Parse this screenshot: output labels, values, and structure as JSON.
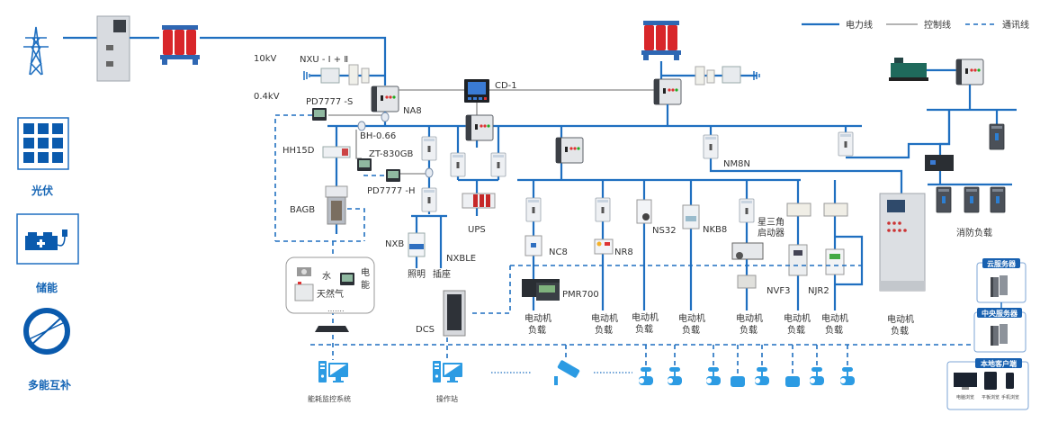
{
  "legend": [
    {
      "label": "电力线",
      "style": "solid-blue"
    },
    {
      "label": "控制线",
      "style": "solid-gray"
    },
    {
      "label": "通讯线",
      "style": "dashed-blue"
    }
  ],
  "sidebar": [
    {
      "label": "光伏",
      "icon": "solar-panel-icon"
    },
    {
      "label": "储能",
      "icon": "battery-storage-icon"
    },
    {
      "label": "多能互补",
      "icon": "multi-energy-icon"
    }
  ],
  "voltage": {
    "high": "10kV",
    "low": "0.4kV"
  },
  "devices": {
    "nxu": "NXU - Ⅰ + Ⅱ",
    "na8": "NA8",
    "cd1": "CD-1",
    "pd7777s": "PD7777 -S",
    "bh066": "BH-0.66",
    "zt830gb": "ZT-830GB",
    "hh15d": "HH15D",
    "pd7777h": "PD7777 -H",
    "bagb": "BAGB",
    "nxb": "NXB",
    "nxble": "NXBLE",
    "ups": "UPS",
    "nm8n": "NM8N",
    "nc8": "NC8",
    "nr8": "NR8",
    "ns32": "NS32",
    "nkb8": "NKB8",
    "star_delta_1": "星三角",
    "star_delta_2": "启动器",
    "nvf3": "NVF3",
    "njr2": "NJR2",
    "pmr700": "PMR700",
    "dcs": "DCS"
  },
  "loads": {
    "lighting": "照明",
    "socket": "插座",
    "motor_1": "电动机",
    "motor_2": "负载",
    "fire": "消防负载"
  },
  "meters": {
    "water": "水",
    "gas": "天然气",
    "elec_1": "电",
    "elec_2": "能",
    "more": "……."
  },
  "stations": {
    "energy_monitor": "能耗监控系统",
    "operator": "操作站"
  },
  "servers": {
    "cloud": "云服务器",
    "central": "中央服务器",
    "local": "本地客户端",
    "pc_view": "电脑浏览",
    "tablet_view": "平板浏览",
    "phone_view": "手机浏览"
  }
}
